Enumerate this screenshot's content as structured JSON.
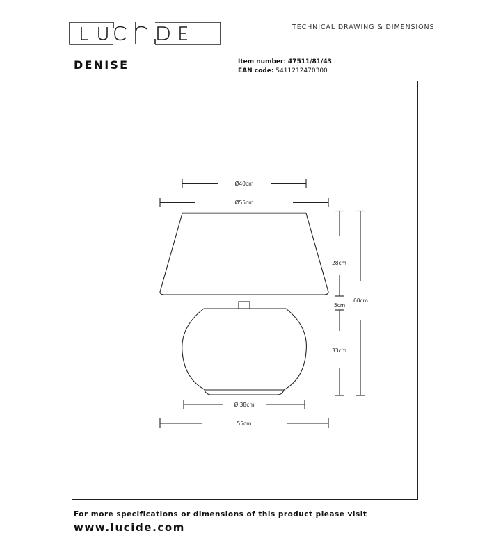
{
  "brand": {
    "logo_text": "LUCIDE"
  },
  "header": {
    "doc_type": "TECHNICAL DRAWING & DIMENSIONS",
    "product_name": "DENISE",
    "item_number_label": "Item number:",
    "item_number": "47511/81/43",
    "ean_label": "EAN code:",
    "ean": "5411212470300"
  },
  "dimensions": {
    "shade_top_diameter": "Ø40cm",
    "shade_bottom_diameter": "Ø55cm",
    "shade_height": "28cm",
    "neck_height": "5cm",
    "base_height": "33cm",
    "total_height": "60cm",
    "base_diameter": "Ø 38cm",
    "total_width": "55cm"
  },
  "footer": {
    "note": "For more specifications or dimensions of this product please visit",
    "url": "www.lucide.com"
  },
  "colors": {
    "ink": "#1a1a1a",
    "background": "#ffffff"
  }
}
